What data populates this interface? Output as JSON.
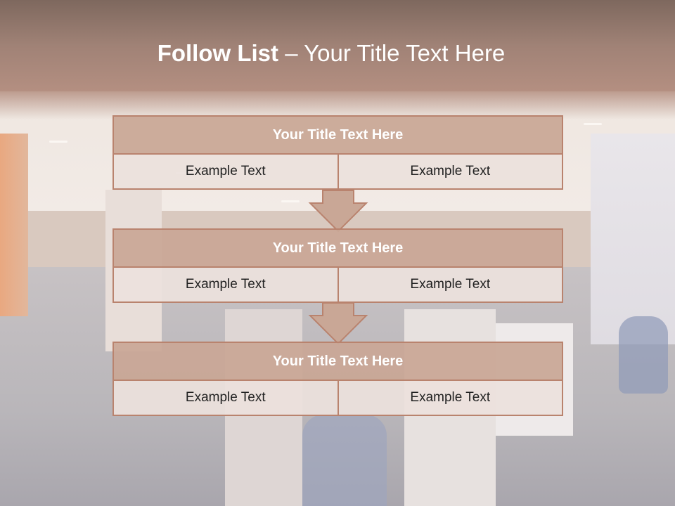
{
  "slide": {
    "title_bold": "Follow List",
    "title_rest": " – Your Title Text Here"
  },
  "blocks": [
    {
      "title": "Your Title Text Here",
      "left": "Example Text",
      "right": "Example Text"
    },
    {
      "title": "Your Title Text Here",
      "left": "Example Text",
      "right": "Example Text"
    },
    {
      "title": "Your Title Text Here",
      "left": "Example Text",
      "right": "Example Text"
    }
  ],
  "colors": {
    "title_band": "#a08276",
    "block_border": "#b9836e",
    "block_head_fill": "#c9a796",
    "block_row_fill": "#ece1dd",
    "arrow_fill": "#c9a796"
  }
}
